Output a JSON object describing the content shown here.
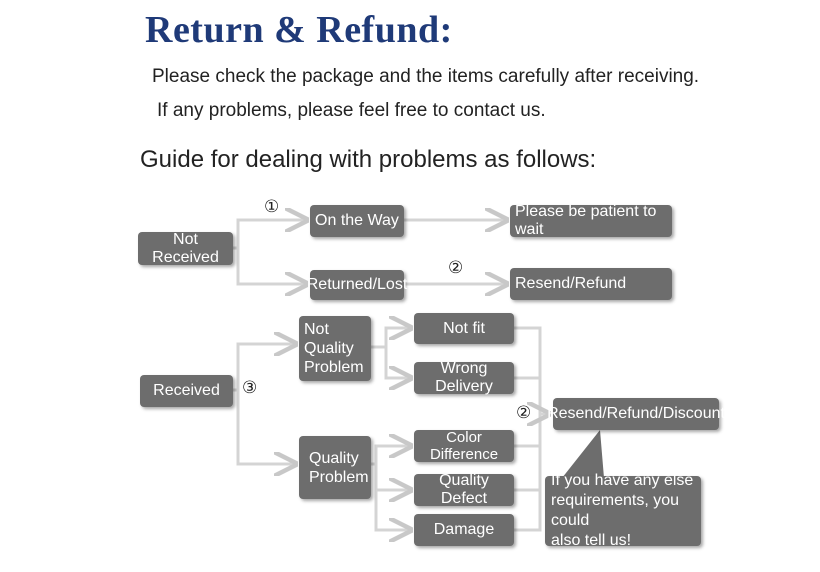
{
  "title": "Return & Refund:",
  "intro": {
    "line1": "Please check the package and the items carefully after receiving.",
    "line2": "If any problems, please feel free to contact us."
  },
  "guide_heading": "Guide for dealing with problems as follows:",
  "markers": {
    "one": "①",
    "two": "②",
    "three": "③"
  },
  "nodes": {
    "not_received": "Not Received",
    "on_the_way": "On the Way",
    "returned_lost": "Returned/Lost",
    "be_patient": "Please be patient to wait",
    "resend_refund": "Resend/Refund",
    "received": "Received",
    "not_quality_problem": "Not\nQuality\nProblem",
    "quality_problem": "Quality\nProblem",
    "not_fit": "Not fit",
    "wrong_delivery": "Wrong Delivery",
    "color_difference": "Color Difference",
    "quality_defect": "Quality Defect",
    "damage": "Damage",
    "resend_refund_discount": "Resend/Refund/Discount",
    "else_requirements": "If you have any else\nrequirements, you could\nalso tell us!"
  },
  "colors": {
    "title": "#1f3a78",
    "box": "#6d6d6d",
    "connector": "#c8c8c8"
  }
}
